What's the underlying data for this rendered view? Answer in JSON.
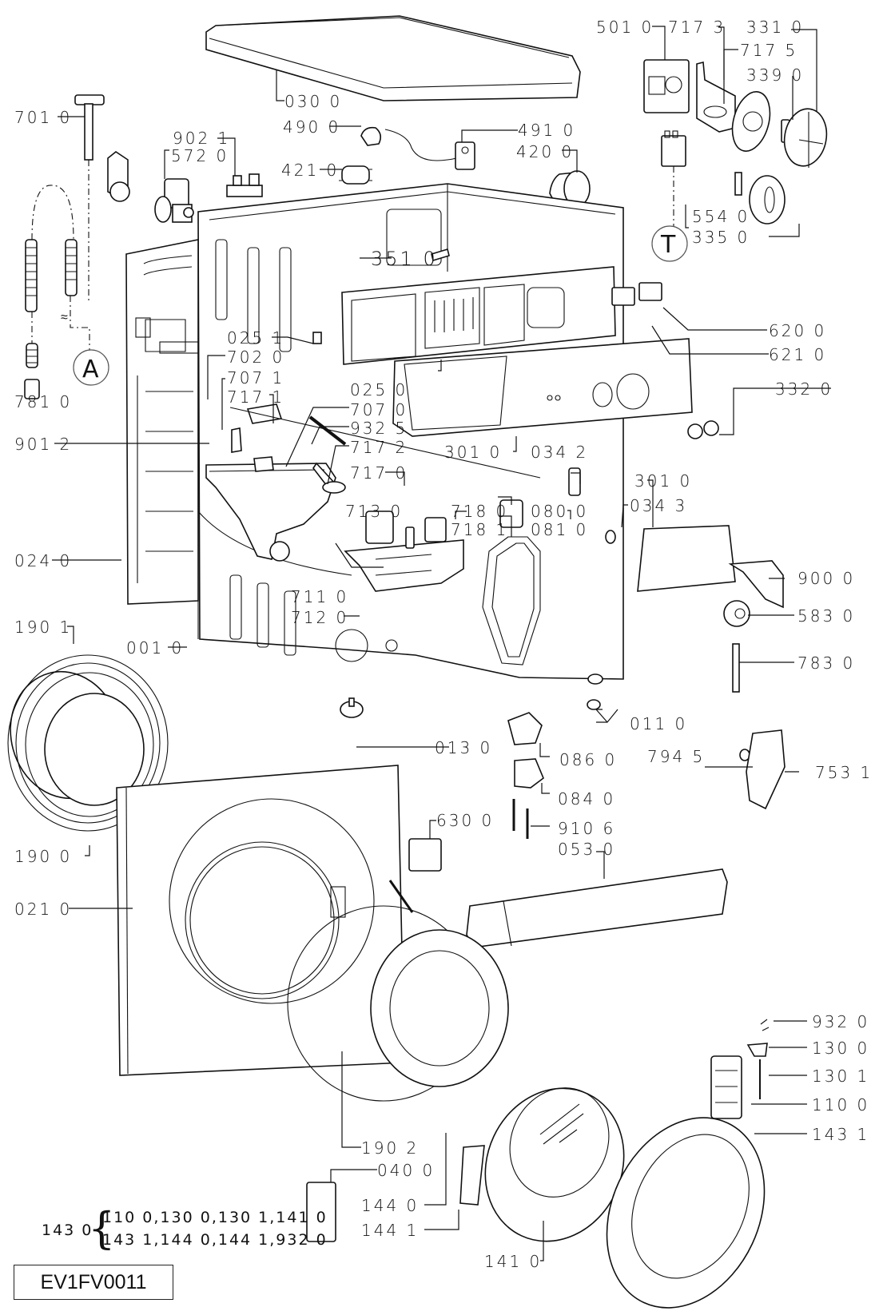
{
  "diagram": {
    "title_code": "EV1FV0011",
    "reference_marks": {
      "A": "A",
      "T": "T"
    },
    "labels": {
      "p030_0": "030 0",
      "p701_0": "701 0",
      "p490_0": "490 0",
      "p902_1": "902 1",
      "p572_0": "572 0",
      "p421_0": "421 0",
      "p491_0": "491 0",
      "p420_0": "420 0",
      "p501_0": "501 0",
      "p717_3": "717 3",
      "p331_0": "331 0",
      "p717_5": "717 5",
      "p339_0": "339 0",
      "p554_0": "554 0",
      "p335_0": "335 0",
      "p351_0": "351 0",
      "p620_0": "620 0",
      "p621_0": "621 0",
      "p025_1": "025 1",
      "p702_0": "702 0",
      "p707_1": "707 1",
      "p717_1": "717 1",
      "p025_0": "025 0",
      "p707_0": "707 0",
      "p932_5": "932 5",
      "p717_2": "717 2",
      "p717_0": "717 0",
      "p781_0": "781 0",
      "p901_2": "901 2",
      "p332_0": "332 0",
      "p301_0a": "301 0",
      "p034_2": "034 2",
      "p301_0b": "301 0",
      "p034_3": "034 3",
      "p713_0": "713 0",
      "p718_0": "718 0",
      "p718_1": "718 1",
      "p080_0": "080 0",
      "p081_0": "081 0",
      "p024_0": "024 0",
      "p711_0": "711 0",
      "p712_0": "712 0",
      "p900_0": "900 0",
      "p583_0": "583 0",
      "p190_1": "190 1",
      "p001_0": "001 0",
      "p783_0": "783 0",
      "p011_0": "011 0",
      "p013_0": "013 0",
      "p086_0": "086 0",
      "p794_5": "794 5",
      "p753_1": "753 1",
      "p084_0": "084 0",
      "p630_0": "630 0",
      "p910_6": "910 6",
      "p053_0": "053 0",
      "p190_0": "190 0",
      "p021_0": "021 0",
      "p932_0": "932 0",
      "p130_0": "130 0",
      "p130_1": "130 1",
      "p110_0": "110 0",
      "p143_1": "143 1",
      "p190_2": "190 2",
      "p040_0": "040 0",
      "p144_0": "144 0",
      "p144_1": "144 1",
      "p141_0": "141 0"
    },
    "kit_note": {
      "kit_label": "143 0",
      "line1": "110 0,130 0,130 1,141 0",
      "line2": "143 1,144 0,144 1,932 0"
    }
  }
}
